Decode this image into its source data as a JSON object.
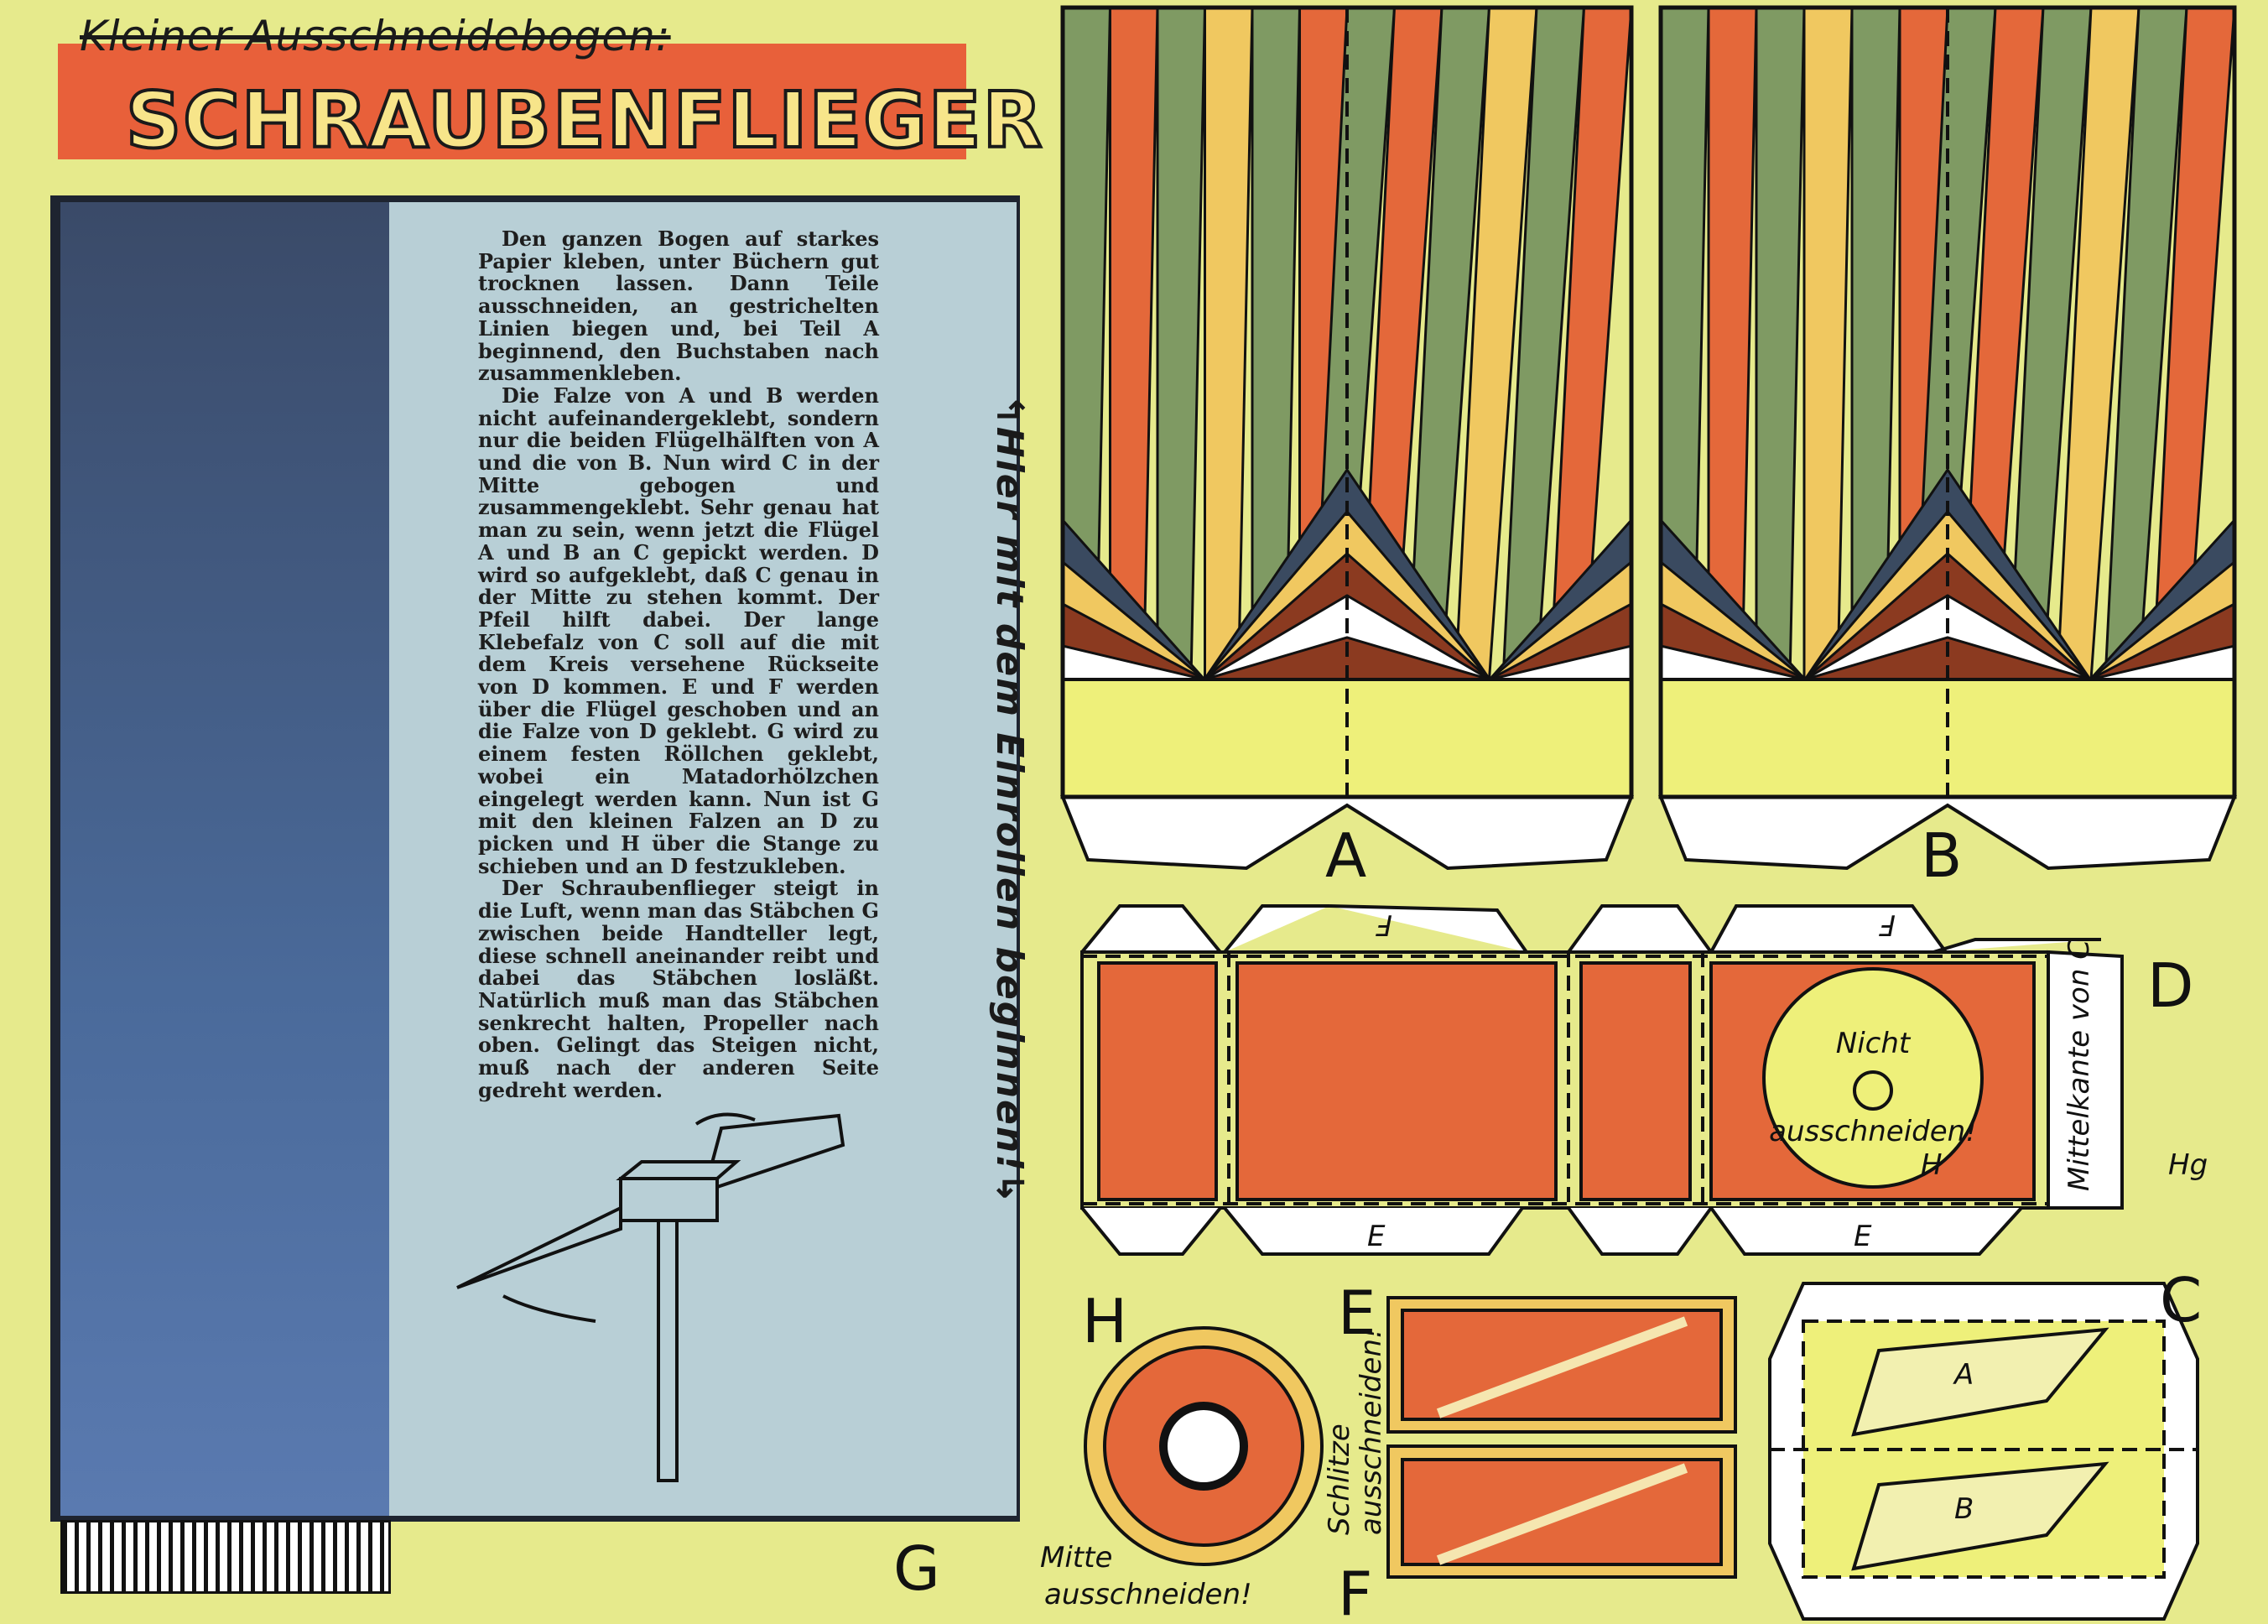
{
  "header": {
    "subtitle": "Kleiner Ausschneidebogen:",
    "title": "SCHRAUBENFLIEGER"
  },
  "instructions": {
    "paragraphs": [
      "Den ganzen Bogen auf starkes Papier kleben, unter Büchern gut trocknen lassen. Dann Teile ausschneiden, an gestrichelten Linien biegen und, bei Teil A beginnend, den Buchstaben nach zusammenkleben.",
      "Die Falze von A und B werden nicht aufeinandergeklebt, sondern nur die beiden Flügelhälften von A und die von B. Nun wird C in der Mitte gebogen und zusammengeklebt. Sehr genau hat man zu sein, wenn jetzt die Flügel A und B an C gepickt werden. D wird so aufgeklebt, daß C genau in der Mitte zu stehen kommt. Der Pfeil hilft dabei. Der lange Klebefalz von C soll auf die mit dem Kreis versehene Rückseite von D kommen. E und F werden über die Flügel geschoben und an die Falze von D geklebt. G wird zu einem festen Röllchen geklebt, wobei ein Matadorhölzchen eingelegt werden kann. Nun ist G mit den kleinen Falzen an D zu picken und H über die Stange zu schieben und an D festzukleben.",
      "Der Schraubenflieger steigt in die Luft, wenn man das Stäbchen G zwischen beide Handteller legt, diese schnell aneinander reibt und dabei das Stäbchen losläßt. Natürlich muß man das Stäbchen senkrecht halten, Propeller nach oben. Gelingt das Steigen nicht, muß nach der anderen Seite gedreht werden."
    ],
    "roll_hint": "↰Hier mit dem Einrollen beginnen!↳"
  },
  "parts": {
    "a": "A",
    "b": "B",
    "c": "C",
    "d": "D",
    "e": "E",
    "f": "F",
    "g": "G",
    "h": "H",
    "c_inner_a": "A",
    "c_inner_b": "B",
    "d_tab_e": "E",
    "d_tab_f": "F",
    "d_circle_text_1": "Nicht",
    "d_circle_text_2": "ausschneiden!",
    "d_side_text": "Mittelkante von C",
    "h_note_1": "Mitte",
    "h_note_2": "ausschneiden!",
    "ef_note_1": "Schlitze",
    "ef_note_2": "ausschneiden!",
    "signature": "Hg"
  },
  "colors": {
    "background": "#e6ea8c",
    "orange": "#e4683a",
    "green": "#7f9a63",
    "yellow": "#f0c860",
    "navy": "#3a4a60",
    "brown": "#8b3a20",
    "pale_yellow": "#eef07a",
    "light_blue": "#b8cfd6"
  }
}
